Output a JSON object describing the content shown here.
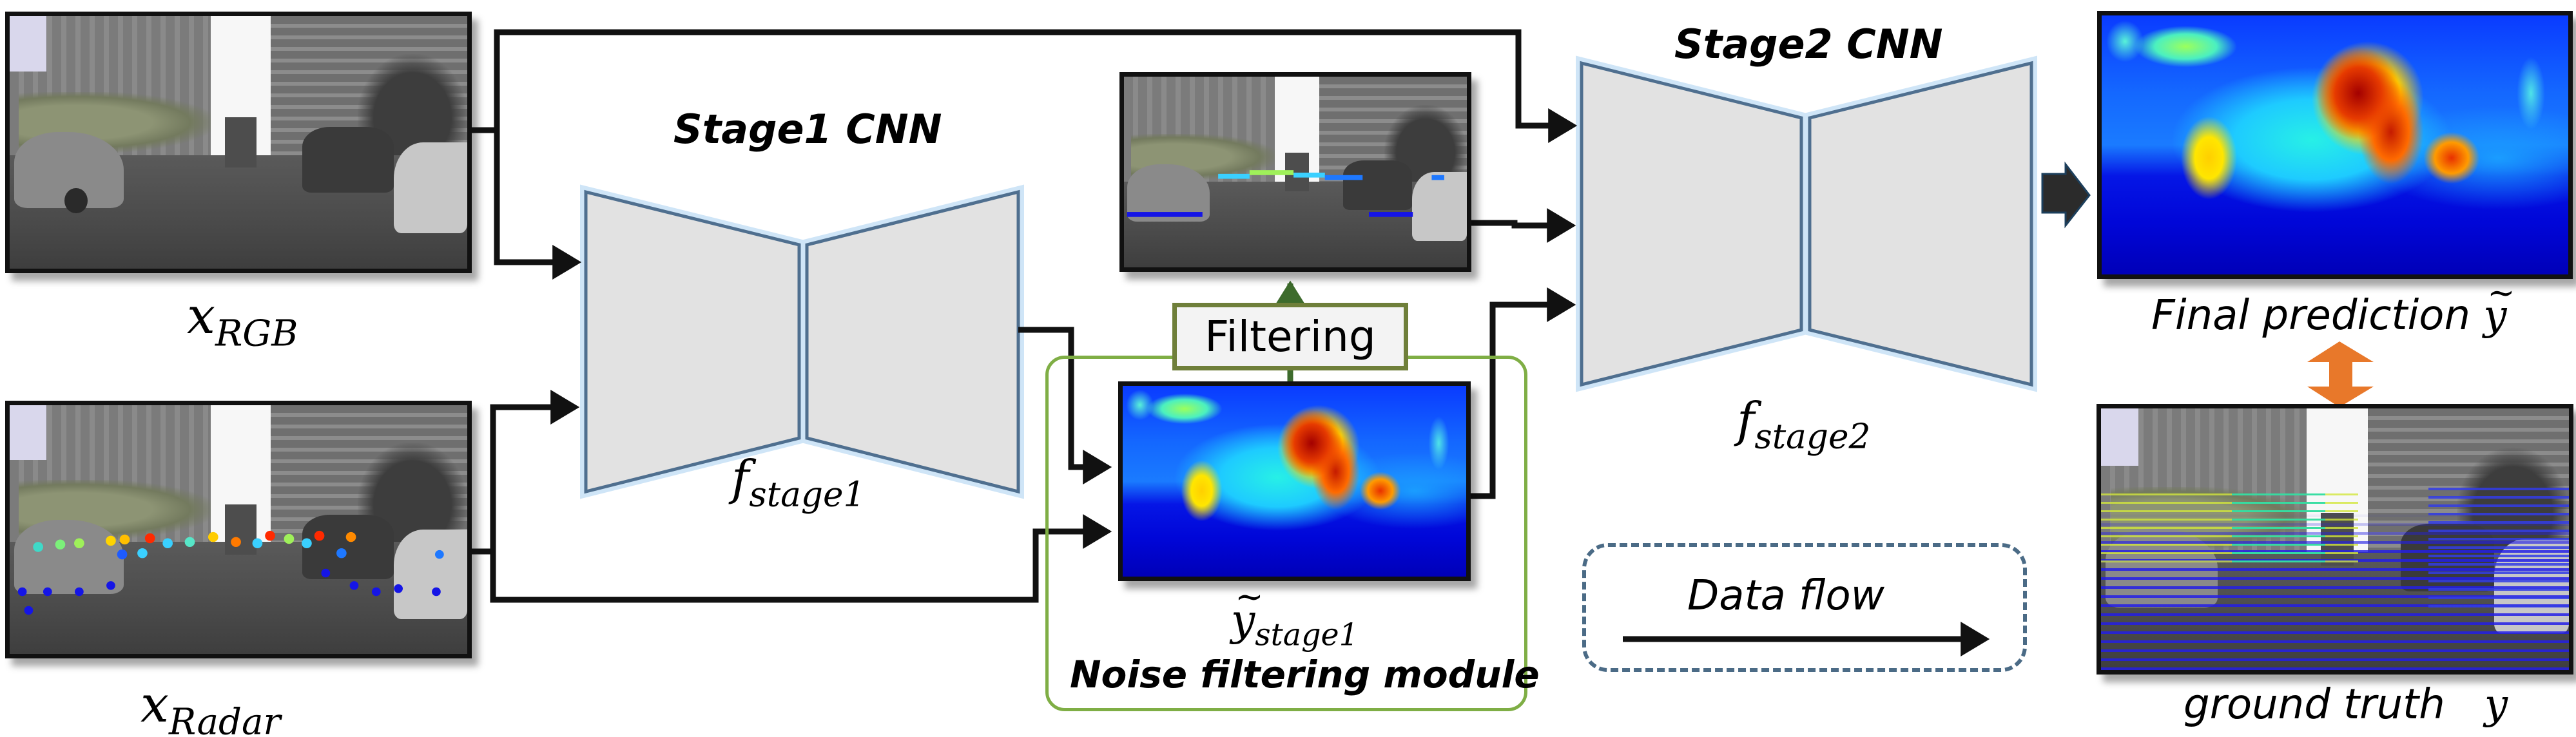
{
  "diagram": {
    "title": "Two-stage radar-camera depth estimation pipeline",
    "inputs": {
      "rgb": {
        "symbol": "x",
        "subscript": "RGB",
        "image": "street-scene-camera-image"
      },
      "radar": {
        "symbol": "x",
        "subscript": "Radar",
        "image": "street-scene-with-radar-points"
      }
    },
    "stage1": {
      "title": "Stage1 CNN",
      "function_symbol": "f",
      "function_subscript": "stage1",
      "shape": "encoder-decoder"
    },
    "noise_filter": {
      "module_label": "Noise filtering module",
      "filter_button_label": "Filtering",
      "output_symbol": "y",
      "output_subscript": "stage1",
      "output_has_tilde": true,
      "heatmap_image": "stage1-depth-prediction-heatmap",
      "filtered_image": "filtered-radar-points-overlay"
    },
    "stage2": {
      "title": "Stage2 CNN",
      "function_symbol": "f",
      "function_subscript": "stage2",
      "shape": "encoder-decoder"
    },
    "outputs": {
      "final_prediction": {
        "caption": "Final prediction",
        "symbol": "y",
        "has_tilde": true,
        "image": "final-depth-heatmap"
      },
      "ground_truth": {
        "caption": "ground truth",
        "symbol": "y",
        "image": "lidar-ground-truth-overlay"
      }
    },
    "legend": {
      "label": "Data flow",
      "icon": "right-arrow-icon"
    },
    "colors": {
      "connector": "#111111",
      "cnn_fill": "#e2e2e2",
      "cnn_border": "#4f6f8f",
      "cnn_glow": "#cfe5f7",
      "module_border": "#7fae45",
      "filter_border": "#6f7f3a",
      "filter_arrow": "#3d6b2c",
      "compare_arrow": "#e8782a",
      "output_arrow": "#2b2b2b",
      "legend_border": "#4b6b86"
    }
  }
}
